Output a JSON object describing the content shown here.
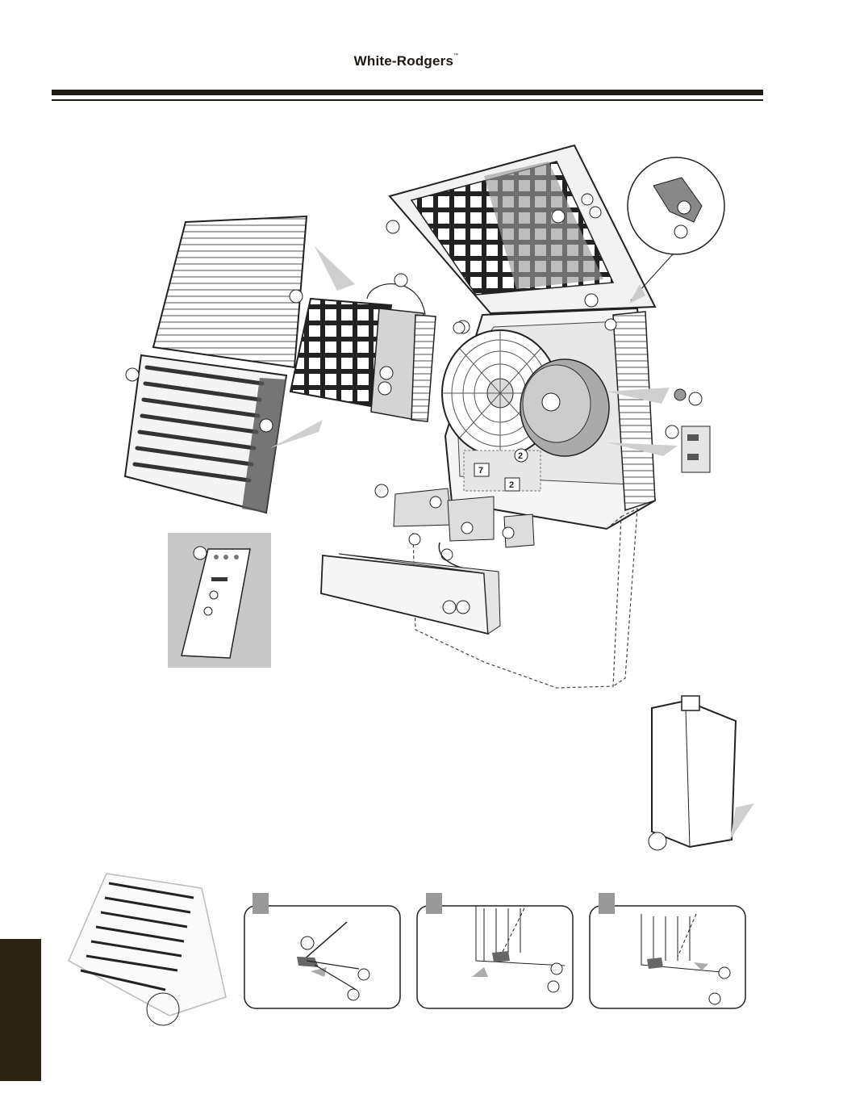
{
  "header": {
    "brand": "White-Rodgers",
    "trademark": "™"
  },
  "diagram": {
    "callouts": [
      "7",
      "2",
      "2"
    ]
  },
  "colors": {
    "ink": "#1e1a14",
    "panel_gray": "#c8c8c8",
    "side_tab": "#2b2417"
  }
}
